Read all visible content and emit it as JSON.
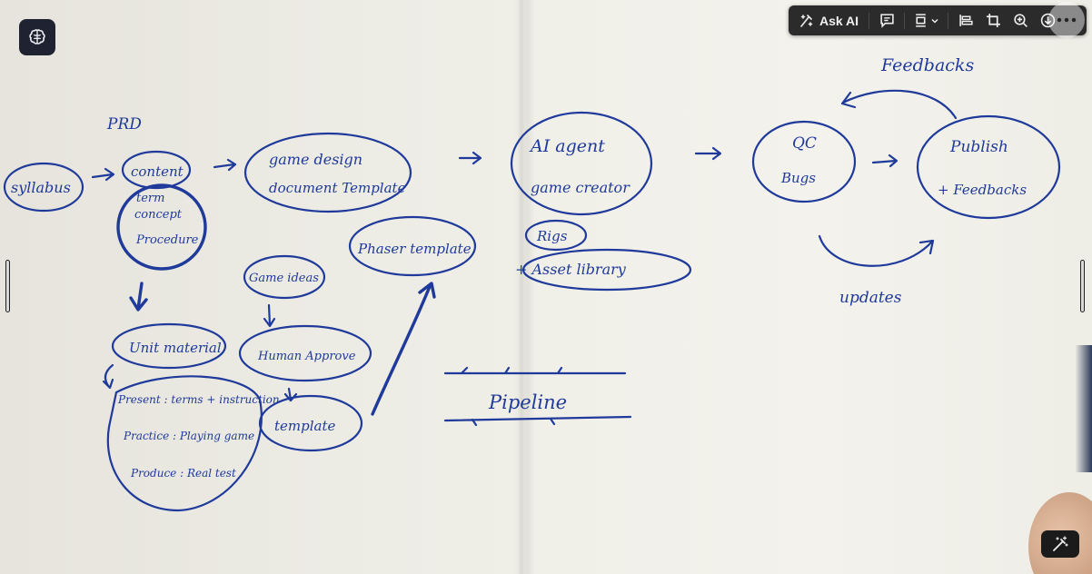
{
  "toolbar": {
    "ask_ai_label": "Ask AI",
    "icons": [
      "ask-ai-icon",
      "comment-icon",
      "frame-icon",
      "align-icon",
      "crop-icon",
      "zoom-in-icon",
      "download-icon"
    ]
  },
  "more_button": {
    "icon": "more-dots-icon"
  },
  "app_badge": {
    "icon": "brain-icon"
  },
  "edit_button": {
    "icon": "magic-wand-icon"
  },
  "colors": {
    "ink": "#1f3a9a",
    "toolbar": "#2b2b2b",
    "badge": "#1f2230"
  },
  "sketch": {
    "prd": "PRD",
    "syllabus": "syllabus",
    "content": "content",
    "term": "term",
    "concept": "concept",
    "procedure": "Procedure",
    "game_design_1": "game design",
    "game_design_2": "document Template",
    "ai_agent_1": "AI agent",
    "ai_agent_2": "game creator",
    "qc": "QC",
    "bugs": "Bugs",
    "publish": "Publish",
    "feedbacks_plus": "+ Feedbacks",
    "feedbacks_top": "Feedbacks",
    "updates": "updates",
    "rigs": "Rigs",
    "asset_library": "+ Asset library",
    "phaser_template": "Phaser template",
    "game_ideas": "Game ideas",
    "human_approve": "Human Approve",
    "template": "template",
    "unit_material": "Unit material",
    "present": "Present : terms + instruction",
    "practice": "Practice : Playing game",
    "produce": "Produce : Real test",
    "pipeline": "Pipeline"
  }
}
